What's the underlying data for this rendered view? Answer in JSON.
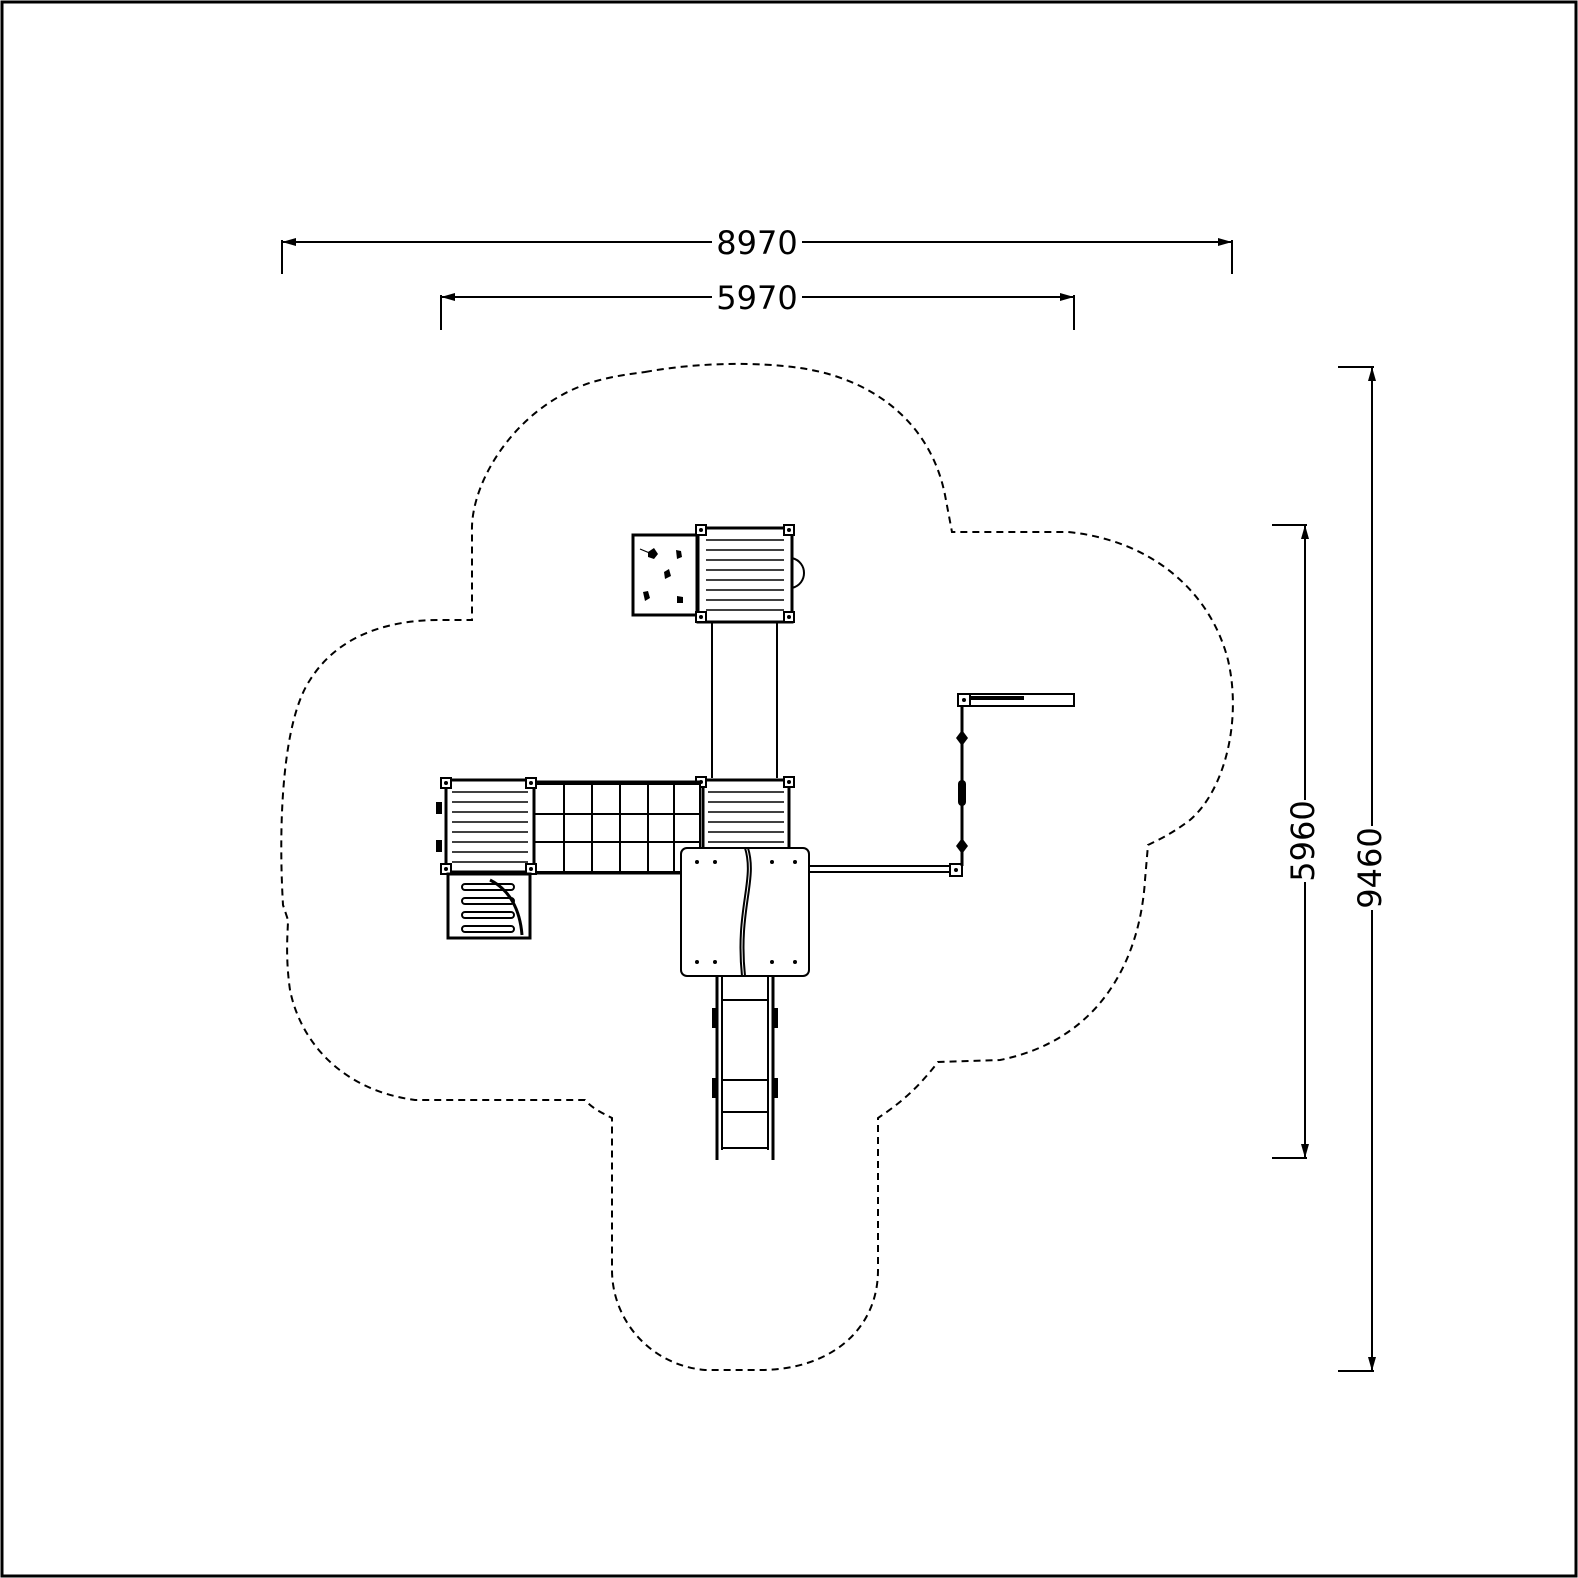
{
  "dimensions": {
    "overall_width": "8970",
    "structure_width": "5970",
    "structure_depth": "5960",
    "overall_depth": "9460"
  }
}
